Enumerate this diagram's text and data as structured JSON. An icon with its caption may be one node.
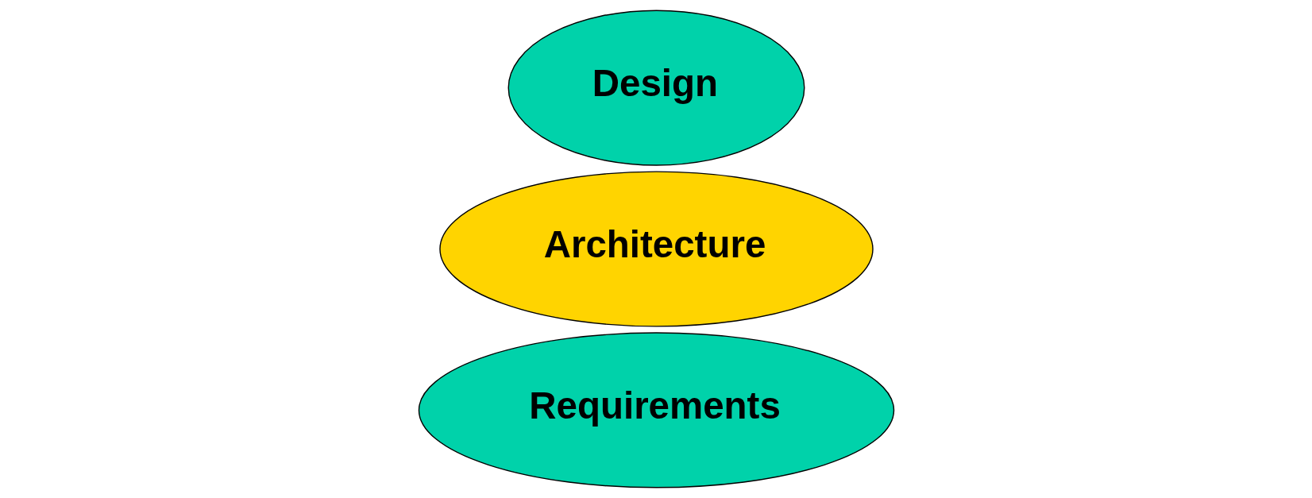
{
  "diagram": {
    "nodes": [
      {
        "text": [
          "Requirements"
        ]
      },
      {
        "text": [
          "Architecture"
        ]
      },
      {
        "text": [
          "Design"
        ]
      }
    ]
  }
}
